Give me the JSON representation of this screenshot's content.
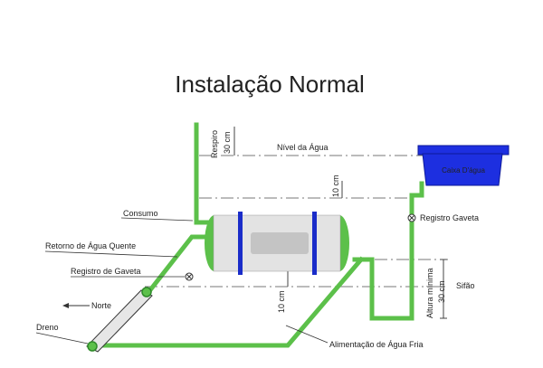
{
  "title": "Instalação Normal",
  "labels": {
    "respiro": "Respiro",
    "respiro_dim": "30 cm",
    "nivel_agua": "Nível da Água",
    "caixa_agua": "Caixa D'água",
    "dim_10cm_top": "10 cm",
    "dim_10cm_bottom": "10 cm",
    "consumo": "Consumo",
    "retorno_agua_quente": "Retorno de Água Quente",
    "registro_gaveta_left": "Registro de Gaveta",
    "registro_gaveta_right": "Registro Gaveta",
    "norte": "Norte",
    "dreno": "Dreno",
    "sifao": "Sifão",
    "altura_minima": "Altura mínima",
    "altura_minima_dim": "30 cm",
    "alimentacao_agua_fria": "Alimentação de Água Fria"
  },
  "colors": {
    "pipe": "#5cc04a",
    "pipe_dark": "#2f8a2a",
    "tank_blue": "#1d2fe0",
    "tank_body": "#e3e3e3",
    "tank_window": "#c4c4c4",
    "band": "#1a2cc9",
    "collector": "#e6e6e6",
    "leader": "#333333",
    "dash": "#777777"
  },
  "icons": {
    "valve": "valve-icon",
    "north_arrow": "arrow-left-icon",
    "drain_fitting": "drain-fitting-icon"
  }
}
